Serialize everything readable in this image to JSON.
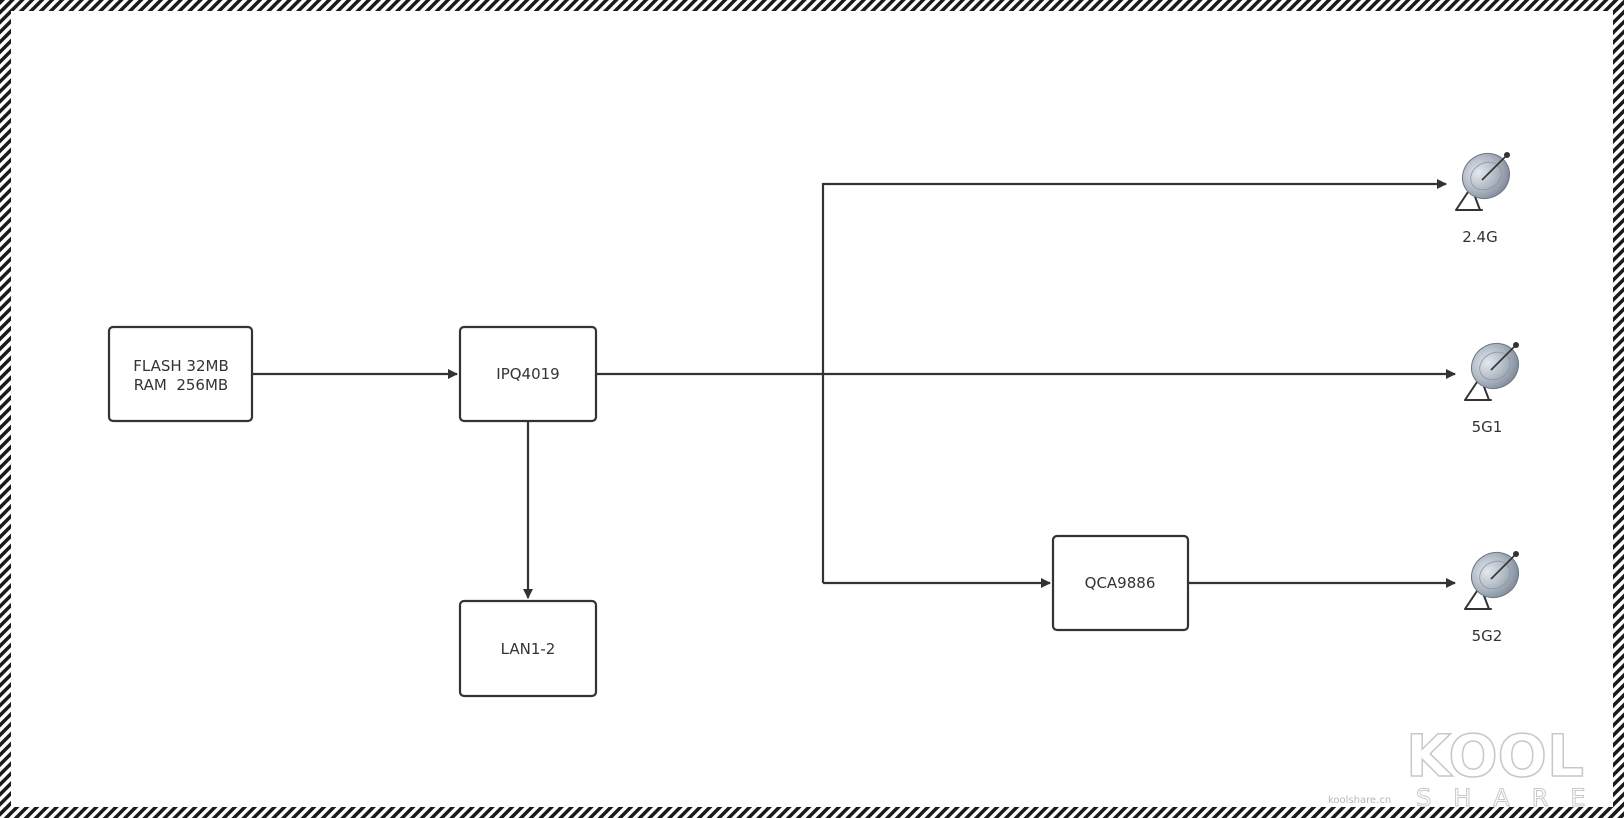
{
  "nodes": {
    "memory": {
      "line1": "FLASH 32MB",
      "line2": "RAM  256MB"
    },
    "soc": {
      "label": "IPQ4019"
    },
    "lan": {
      "label": "LAN1-2"
    },
    "radio": {
      "label": "QCA9886"
    }
  },
  "antennas": {
    "band_24g": {
      "label": "2.4G"
    },
    "band_5g1": {
      "label": "5G1"
    },
    "band_5g2": {
      "label": "5G2"
    }
  },
  "watermark": {
    "brand": "KOOL",
    "sub": "SHARE",
    "site": "koolshare.cn"
  },
  "colors": {
    "line": "#333333",
    "box_stroke": "#333333",
    "dish": "#a9b3bf",
    "border_stripe": "#1a1a1a"
  }
}
